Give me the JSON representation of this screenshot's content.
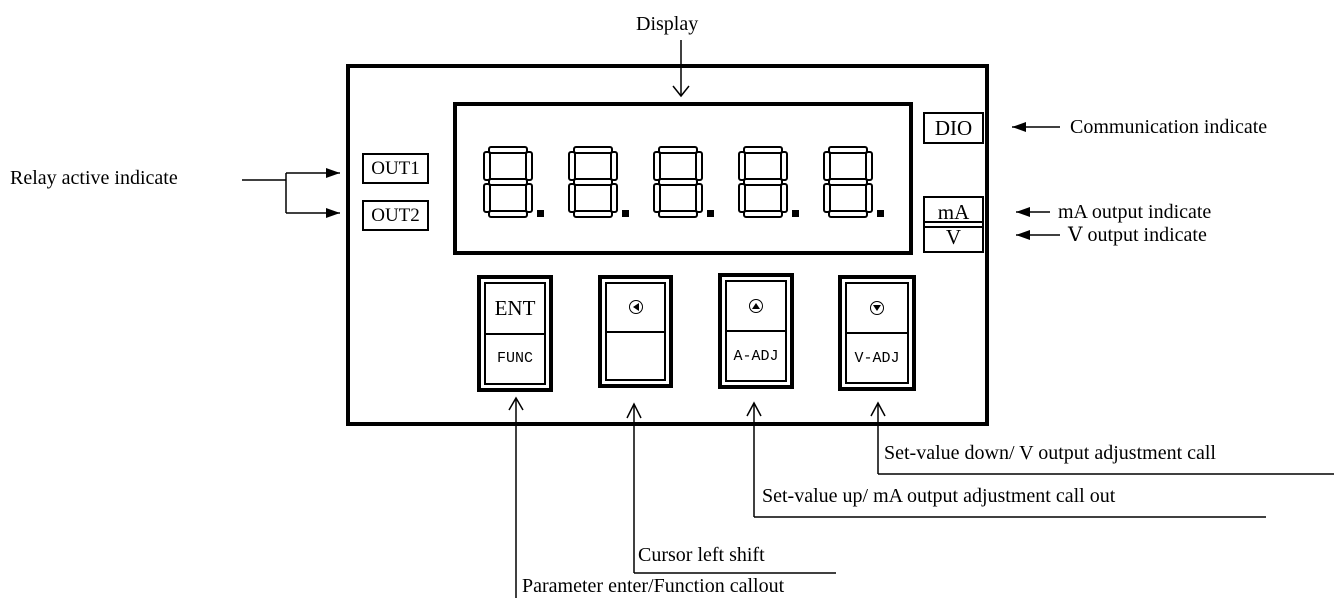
{
  "labels": {
    "display": "Display",
    "relay": "Relay active indicate",
    "communication": "Communication indicate",
    "ma_output": "mA output indicate",
    "v_output": "Ⅴ output indicate",
    "down": "Set-value down/ V output adjustment call",
    "up": "Set-value up/ mA output adjustment call out",
    "cursor": "Cursor left shift",
    "enter": "Parameter enter/Function callout"
  },
  "indicators": {
    "out1": "OUT1",
    "out2": "OUT2",
    "dio": "DIO",
    "ma": "mA",
    "v": "V"
  },
  "display_digits": "8.8.8.8.8.",
  "keys": [
    {
      "top": "ENT",
      "bottom": "FUNC",
      "icon": ""
    },
    {
      "top": "",
      "bottom": "",
      "icon": "left-arrow-icon"
    },
    {
      "top": "",
      "bottom": "A-ADJ",
      "icon": "up-arrow-icon"
    },
    {
      "top": "",
      "bottom": "V-ADJ",
      "icon": "down-arrow-icon"
    }
  ]
}
